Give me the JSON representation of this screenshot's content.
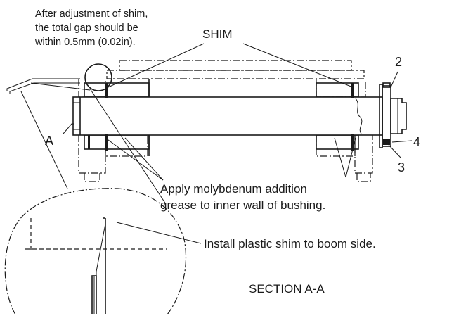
{
  "notes": {
    "adjust_line1": "After adjustment of shim,",
    "adjust_line2": "the total gap should be",
    "adjust_line3": "within 0.5mm (0.02in).",
    "shim": "SHIM",
    "apply_line1": "Apply molybdenum addition",
    "apply_line2": "grease to inner wall of bushing.",
    "install": "Install plastic shim to boom side.",
    "section": "SECTION A-A"
  },
  "callouts": {
    "a": "A",
    "n2": "2",
    "n3": "3",
    "n4": "4"
  }
}
